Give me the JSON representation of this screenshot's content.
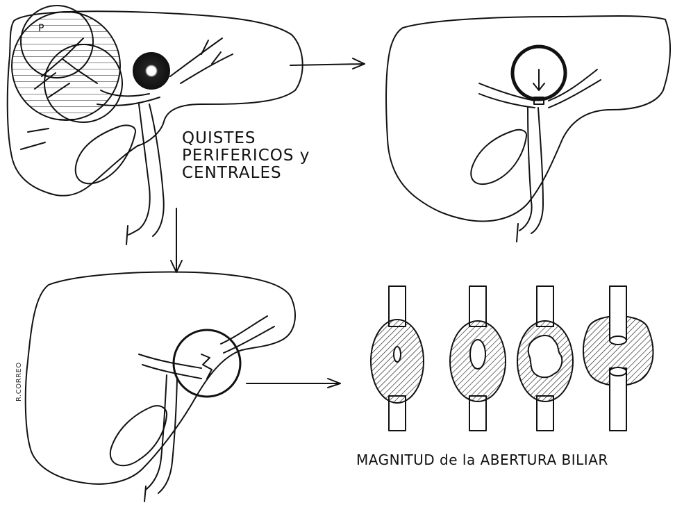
{
  "labels": {
    "cysts_line1": "QUISTES",
    "cysts_line2": "PERIFERICOS y",
    "cysts_line3": "CENTRALES",
    "magnitude": "MAGNITUD de la ABERTURA BILIAR",
    "cyst_marker": "P",
    "signature": "R.CORREO"
  },
  "colors": {
    "ink": "#111111",
    "background": "#ffffff"
  }
}
